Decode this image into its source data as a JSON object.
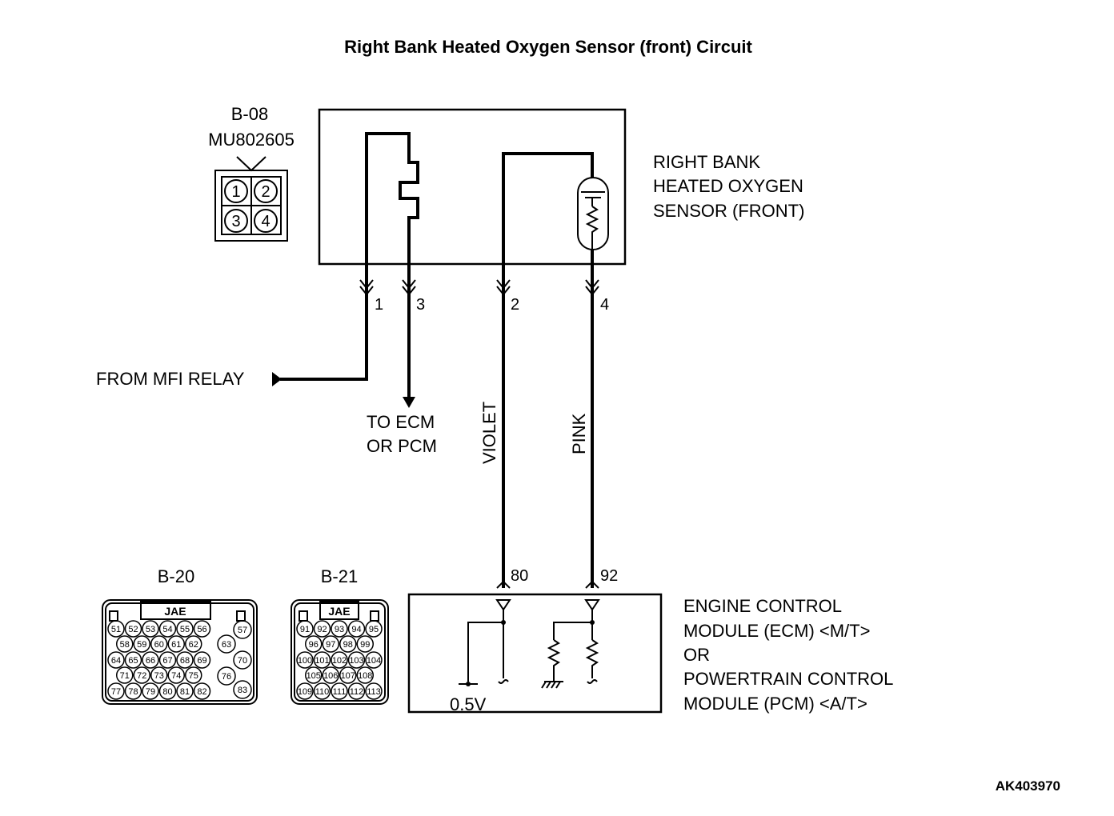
{
  "title": "Right Bank Heated Oxygen Sensor (front) Circuit",
  "reference_code": "AK403970",
  "sensor_connector": {
    "id": "B-08",
    "part_number": "MU802605",
    "pins": [
      "1",
      "2",
      "3",
      "4"
    ]
  },
  "sensor": {
    "label_lines": [
      "RIGHT BANK",
      "HEATED OXYGEN",
      "SENSOR (FRONT)"
    ]
  },
  "sensor_pins": [
    "1",
    "3",
    "2",
    "4"
  ],
  "from_label": "FROM MFI RELAY",
  "to_label_lines": [
    "TO ECM",
    "OR PCM"
  ],
  "wire_colors": [
    "VIOLET",
    "PINK"
  ],
  "ecm_pins": [
    "80",
    "92"
  ],
  "ecm": {
    "label_lines": [
      "ENGINE CONTROL",
      "MODULE (ECM) <M/T>",
      "OR",
      "POWERTRAIN CONTROL",
      "MODULE (PCM) <A/T>"
    ],
    "voltage": "0.5V"
  },
  "connectors": [
    {
      "id": "B-20",
      "brand": "JAE",
      "rows": [
        [
          "51",
          "52",
          "53",
          "54",
          "55",
          "56"
        ],
        [
          "58",
          "59",
          "60",
          "61",
          "62"
        ],
        [
          "64",
          "65",
          "66",
          "67",
          "68",
          "69"
        ],
        [
          "71",
          "72",
          "73",
          "74",
          "75"
        ],
        [
          "77",
          "78",
          "79",
          "80",
          "81",
          "82"
        ]
      ],
      "side": [
        "57",
        "63",
        "70",
        "76",
        "83"
      ]
    },
    {
      "id": "B-21",
      "brand": "JAE",
      "rows": [
        [
          "91",
          "92",
          "93",
          "94",
          "95"
        ],
        [
          "96",
          "97",
          "98",
          "99"
        ],
        [
          "100",
          "101",
          "102",
          "103",
          "104"
        ],
        [
          "105",
          "106",
          "107",
          "108"
        ],
        [
          "109",
          "110",
          "111",
          "112",
          "113"
        ]
      ]
    }
  ]
}
